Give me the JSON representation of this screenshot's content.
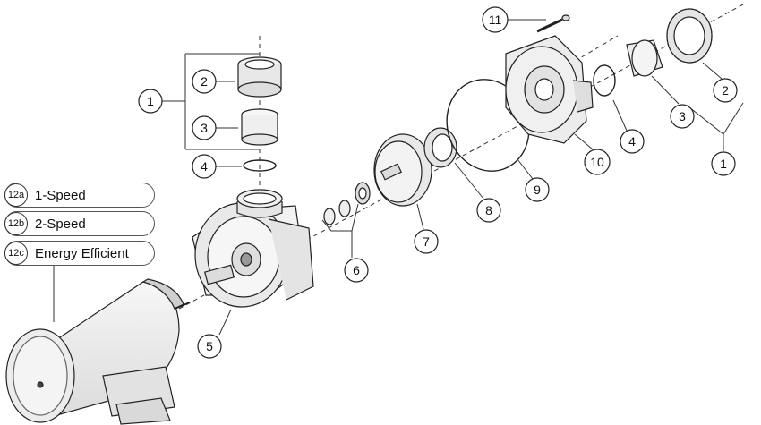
{
  "diagram": {
    "callouts": {
      "c1_left": "1",
      "c2_left": "2",
      "c3_left": "3",
      "c4_left": "4",
      "c5": "5",
      "c6": "6",
      "c7": "7",
      "c8": "8",
      "c9": "9",
      "c10": "10",
      "c11": "11",
      "c2_right": "2",
      "c3_right": "3",
      "c4_right": "4",
      "c1_right": "1"
    },
    "motor_options": [
      {
        "code": "12a",
        "label": "1-Speed"
      },
      {
        "code": "12b",
        "label": "2-Speed"
      },
      {
        "code": "12c",
        "label": "Energy Efficient"
      }
    ],
    "colors": {
      "line": "#222222",
      "light": "#bbbbbb",
      "fill": "#f3f3f3"
    }
  }
}
